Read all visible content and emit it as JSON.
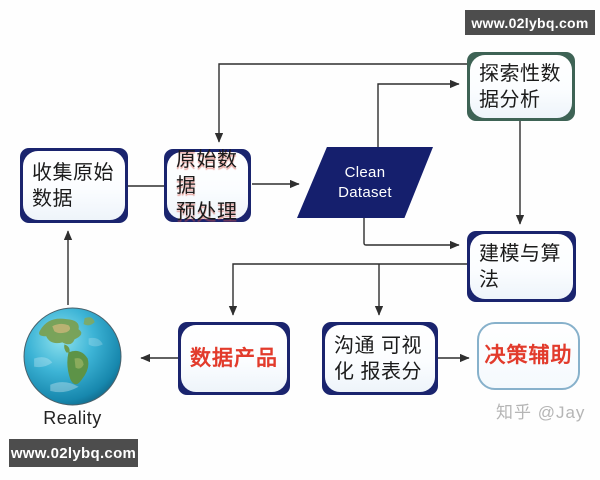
{
  "watermarks": {
    "top_right_banner": "www.02lybq.com",
    "bottom_left_banner": "www.02lybq.com",
    "author_credit": "知乎 @Jay"
  },
  "colors": {
    "navy_box_border": "#1a246e",
    "teal_box_border": "#3e6355",
    "light_blue_box_border": "#87b1cb",
    "clean_dataset_fill": "#151f6d",
    "highlight_red_text": "#e23b2c",
    "banner_background": "#4d4d4d",
    "connector_line": "#2f2f2f"
  },
  "diagram": {
    "nodes": {
      "collect": {
        "label": "收集原始\n数据"
      },
      "preprocess": {
        "label": "原始数据\n预处理"
      },
      "clean_dataset": {
        "label": "Clean\nDataset"
      },
      "eda": {
        "label": "探索性数\n据分析"
      },
      "modeling": {
        "label": "建模与算\n法"
      },
      "data_product": {
        "label": "数据产品"
      },
      "communication": {
        "label": "沟通 可视\n化 报表分"
      },
      "decision_support": {
        "label": "决策辅助"
      },
      "reality": {
        "label": "Reality",
        "icon": "earth-globe"
      }
    },
    "edges": [
      {
        "from": "collect",
        "to": "preprocess"
      },
      {
        "from": "preprocess",
        "to": "clean_dataset"
      },
      {
        "from": "clean_dataset",
        "to": "eda"
      },
      {
        "from": "eda",
        "to": "preprocess"
      },
      {
        "from": "eda",
        "to": "modeling"
      },
      {
        "from": "clean_dataset",
        "to": "modeling"
      },
      {
        "from": "modeling",
        "to": "data_product"
      },
      {
        "from": "modeling",
        "to": "communication"
      },
      {
        "from": "communication",
        "to": "decision_support"
      },
      {
        "from": "data_product",
        "to": "reality"
      },
      {
        "from": "reality",
        "to": "collect"
      }
    ]
  }
}
